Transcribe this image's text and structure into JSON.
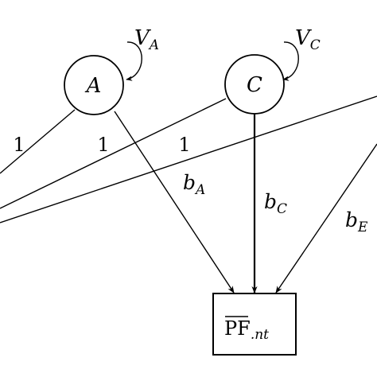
{
  "nodes": {
    "A": {
      "label": "A",
      "variance_label": "V",
      "variance_sub": "A"
    },
    "C": {
      "label": "C",
      "variance_label": "V",
      "variance_sub": "C"
    },
    "outcome": {
      "label": "PF",
      "sub": ".nt"
    }
  },
  "edge_labels": {
    "one_a": "1",
    "one_b": "1",
    "one_c": "1",
    "bA": {
      "main": "b",
      "sub": "A"
    },
    "bC": {
      "main": "b",
      "sub": "C"
    },
    "bE": {
      "main": "b",
      "sub": "E"
    }
  }
}
